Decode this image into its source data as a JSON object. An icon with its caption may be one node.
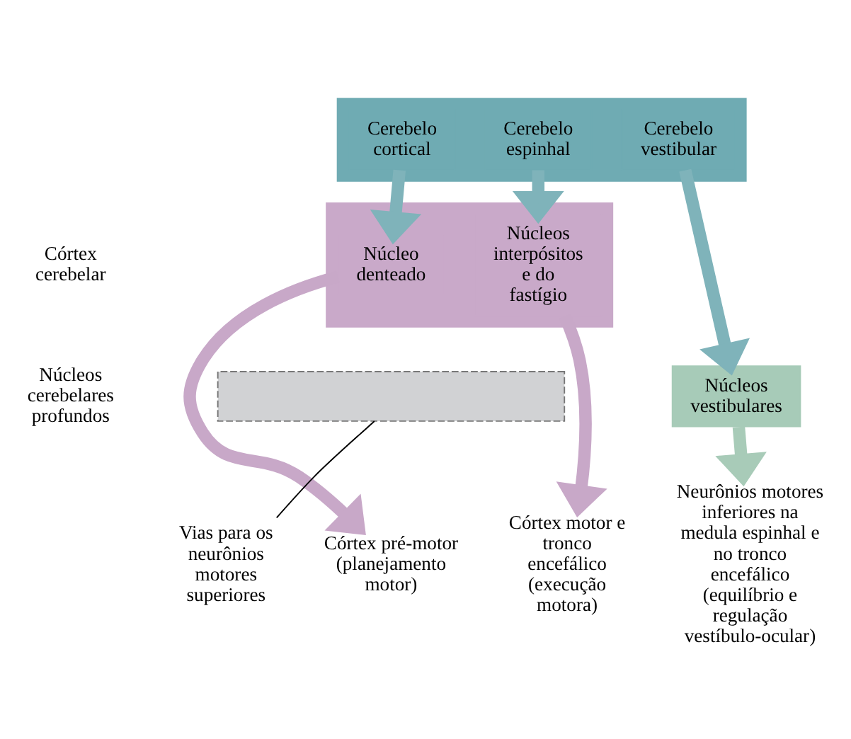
{
  "diagram": {
    "nodes": [
      {
        "text": [],
        "shape": "band"
      },
      {
        "text": [
          "Cerebelo cortical"
        ],
        "in": 0
      },
      {
        "text": [
          "Cerebelo espinhal"
        ],
        "in": 0
      },
      {
        "text": [
          "Cerebelo vestibular"
        ],
        "in": 0
      },
      {
        "text": [],
        "shape": "band"
      },
      {
        "text": [
          "Núcleo denteado"
        ],
        "in": 4
      },
      {
        "text": [
          "Núcleos interpósitos e do fastígio"
        ],
        "in": 4
      },
      {
        "text": [
          "Núcleos vestibulares"
        ]
      },
      {
        "text": [],
        "shape": "box"
      },
      {
        "text": [
          "Córtex pré-motor",
          "(planejamento motor)"
        ]
      },
      {
        "text": [
          "Córtex motor e tronco encefálico",
          "(execução motora)"
        ]
      },
      {
        "text": [
          "Neurônios motores inferiores na medula espinhal e no tronco encefálico",
          "(equilíbrio e regulação vestíbulo-ocular)"
        ]
      },
      {
        "text": [
          "Vias para os neurônios motores superiores"
        ]
      }
    ],
    "edges": [
      {
        "from": 1,
        "to": 5,
        "arrow": "to",
        "color": "#7fb3ba"
      },
      {
        "from": 2,
        "to": 6,
        "arrow": "to",
        "color": "#7fb3ba"
      },
      {
        "from": 3,
        "to": 7,
        "arrow": "to",
        "color": "#7fb3ba"
      },
      {
        "from": 5,
        "to": 9,
        "arrow": "to",
        "color": "#c8a8c8"
      },
      {
        "from": 6,
        "to": 10,
        "arrow": "to",
        "color": "#c8a8c8"
      },
      {
        "from": 7,
        "to": 11,
        "arrow": "to",
        "color": "#a8cbb8"
      },
      {
        "from": 12,
        "to": 8,
        "arrow": "none",
        "color": "#000000"
      }
    ],
    "labels": [
      "Córtex cerebelar",
      "Núcleos cerebelares profundos"
    ]
  }
}
